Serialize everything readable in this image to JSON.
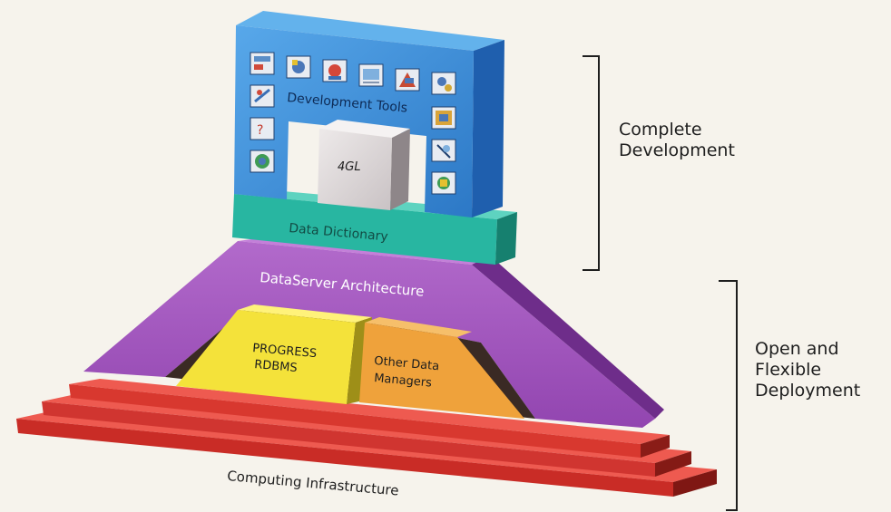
{
  "layers": {
    "dev_tools": "Development Tools",
    "engine": "4GL",
    "dictionary": "Data Dictionary",
    "dataserver": "DataServer Architecture",
    "rdbms_line1": "PROGRESS",
    "rdbms_line2": "RDBMS",
    "other_line1": "Other Data",
    "other_line2": "Managers",
    "infrastructure": "Computing Infrastructure"
  },
  "brackets": {
    "complete_line1": "Complete",
    "complete_line2": "Development",
    "deploy_line1": "Open and",
    "deploy_line2": "Flexible",
    "deploy_line3": "Deployment"
  },
  "colors": {
    "dev_front": "#3d8fd6",
    "dev_top": "#63b2ec",
    "dev_side": "#1f5fae",
    "dictionary_front": "#28b6a1",
    "dictionary_top": "#5ed3c0",
    "dataserver_front": "#a354c0",
    "dataserver_top": "#c47fd9",
    "rdbms": "#f4e23a",
    "other": "#efa23b",
    "infra": "#d8342e",
    "infra_top": "#ee5a50"
  }
}
